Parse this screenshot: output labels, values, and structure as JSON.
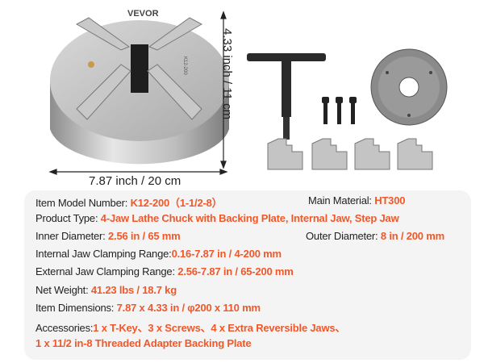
{
  "brand": "VEVOR",
  "chuck_marking": "K12-200",
  "dimensions": {
    "width": "7.87 inch / 20 cm",
    "height": "4.33 inch / 11 cm"
  },
  "colors": {
    "accent": "#f0582a",
    "panel": "#f4f4f4"
  },
  "specs": {
    "model": {
      "label": "Item Model Number: ",
      "value": "K12-200（1-1/2-8）"
    },
    "material": {
      "label": "Main Material: ",
      "value": "HT300"
    },
    "type": {
      "label": "Product Type: ",
      "value": "4-Jaw Lathe Chuck with Backing Plate, Internal Jaw, Step Jaw"
    },
    "inner": {
      "label": "Inner Diameter: ",
      "value": "2.56 in / 65 mm"
    },
    "outer": {
      "label": "Outer Diameter: ",
      "value": "8 in / 200 mm"
    },
    "internal_range": {
      "label": "Internal Jaw Clamping Range:",
      "value": "0.16-7.87 in / 4-200 mm"
    },
    "external_range": {
      "label": "External Jaw Clamping Range: ",
      "value": "2.56-7.87 in / 65-200 mm"
    },
    "weight": {
      "label": "Net Weight: ",
      "value": "41.23 lbs / 18.7 kg"
    },
    "item_dims": {
      "label": "Item Dimensions: ",
      "value": "7.87 x 4.33 in / φ200 x 110 mm"
    },
    "accessories": {
      "label": "Accessories:",
      "value": "1 x T-Key、3 x Screws、4 x Extra Reversible Jaws、",
      "value2": "1 x 11/2 in-8 Threaded Adapter Backing Plate"
    }
  }
}
